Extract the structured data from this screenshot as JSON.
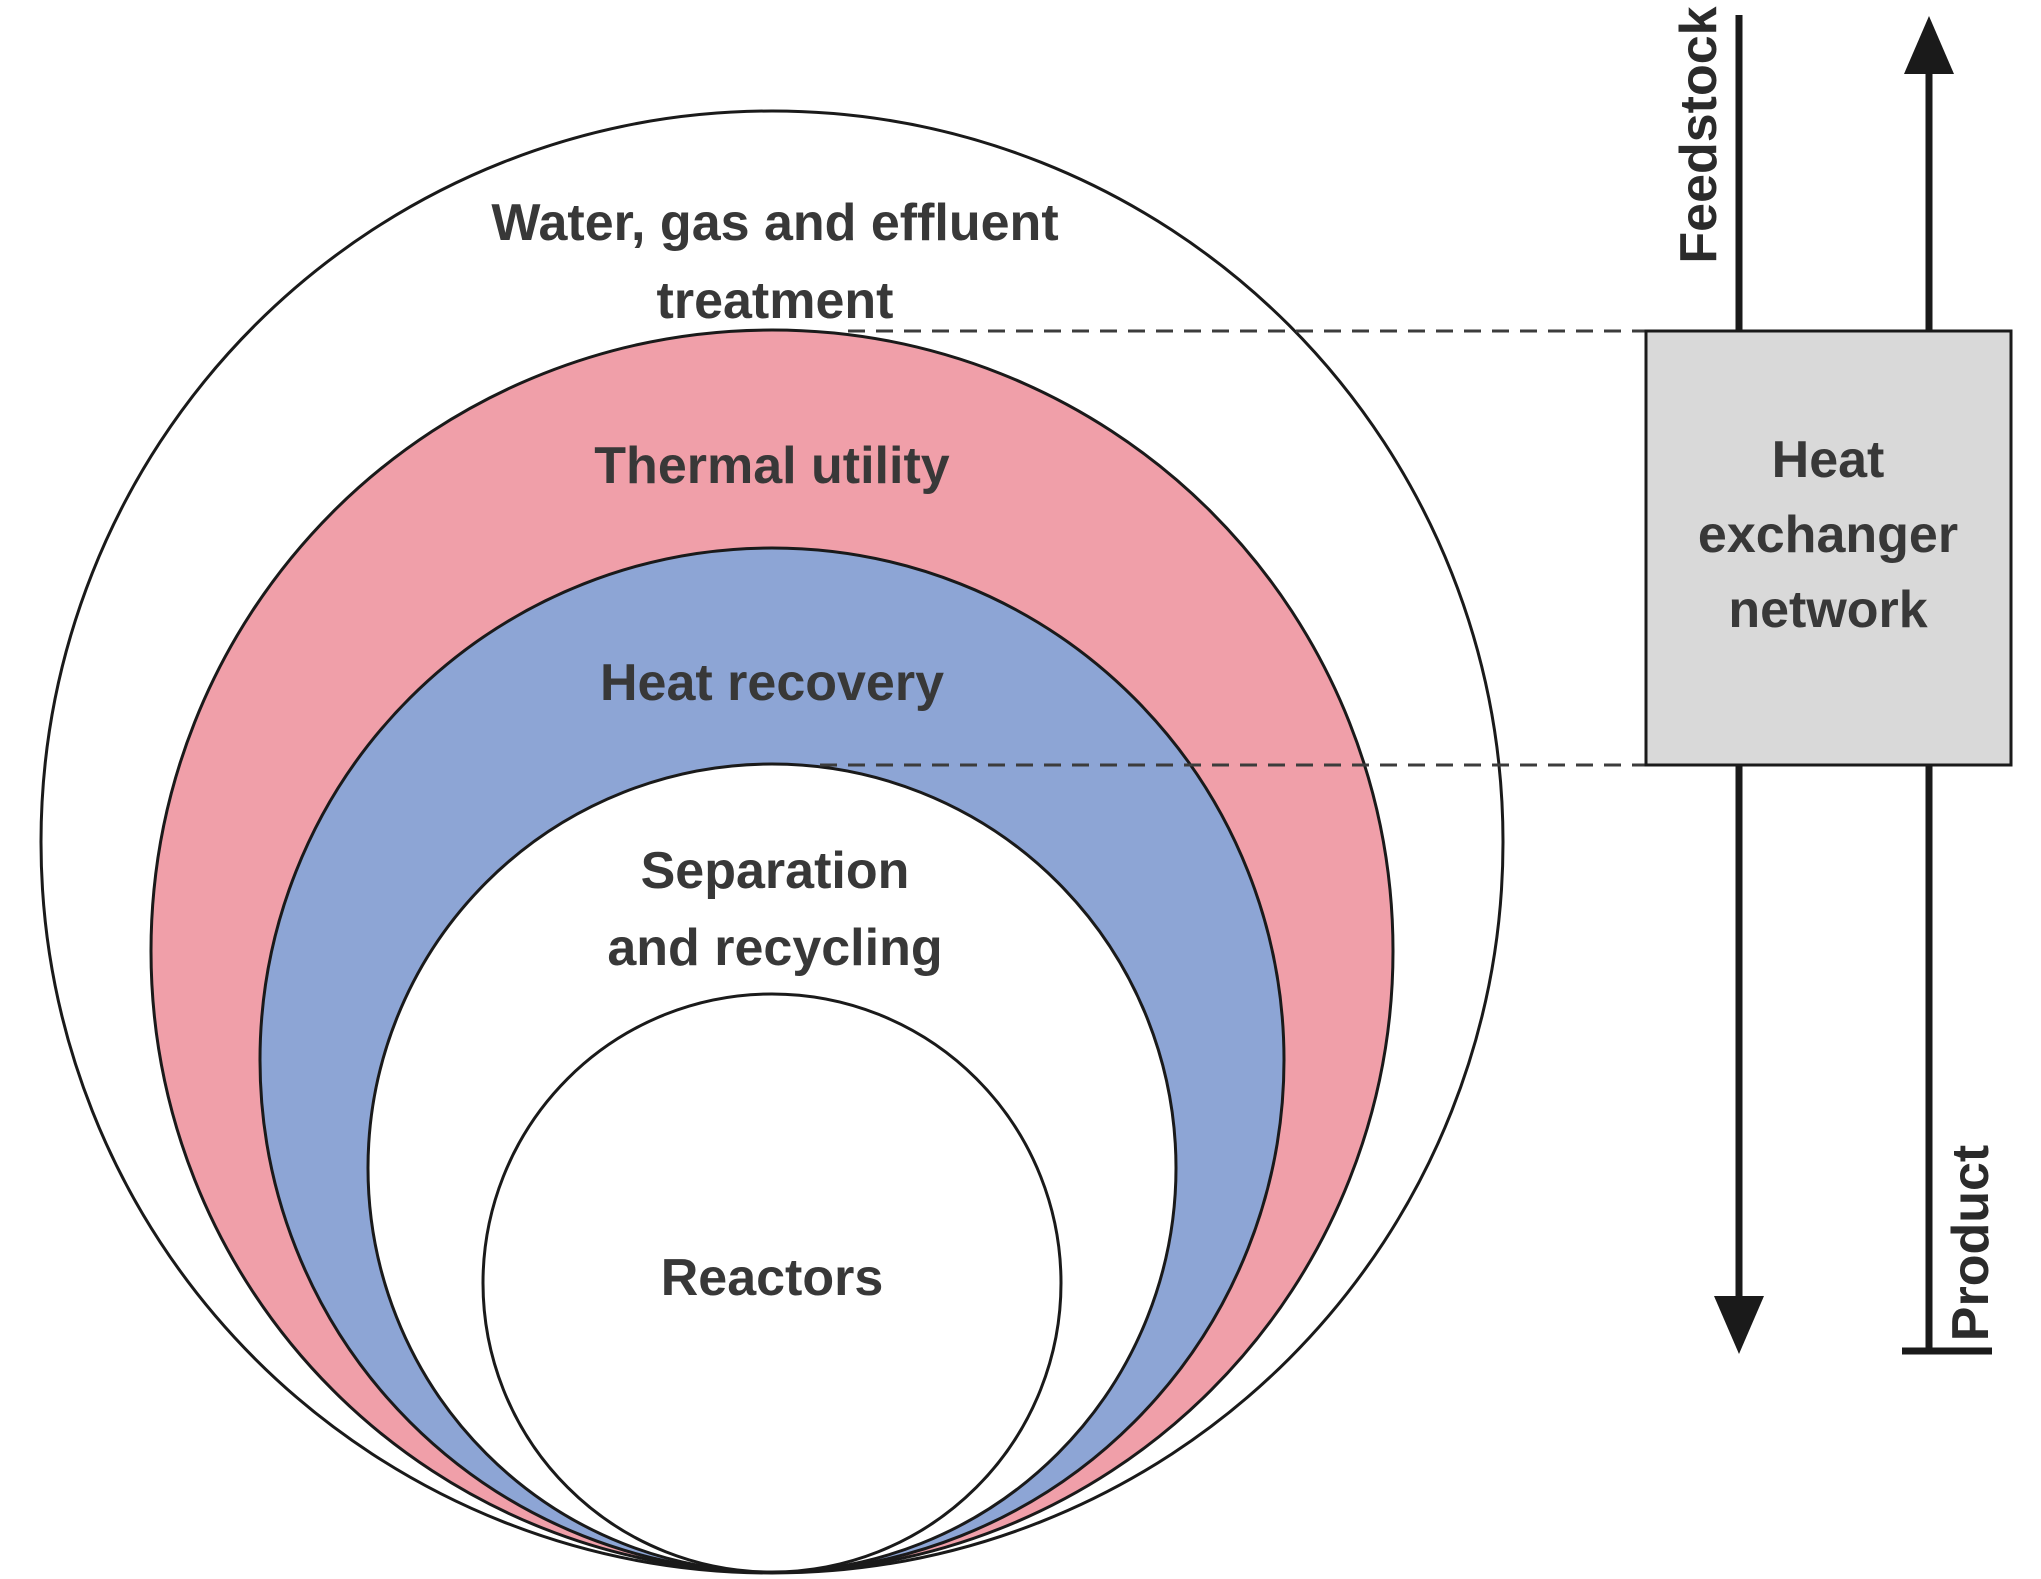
{
  "diagram": {
    "layers": [
      {
        "id": "water-gas-effluent-treatment",
        "lines": [
          "Water, gas and effluent",
          "treatment"
        ],
        "fill": "#ffffff"
      },
      {
        "id": "thermal-utility",
        "lines": [
          "Thermal utility"
        ],
        "fill": "#f09fa9"
      },
      {
        "id": "heat-recovery",
        "lines": [
          "Heat recovery"
        ],
        "fill": "#8da5d5"
      },
      {
        "id": "separation-and-recycling",
        "lines": [
          "Separation",
          "and recycling"
        ],
        "fill": "#ffffff"
      },
      {
        "id": "reactors",
        "lines": [
          "Reactors"
        ],
        "fill": "#ffffff"
      }
    ],
    "hen_box": {
      "lines": [
        "Heat",
        "exchanger",
        "network"
      ],
      "fill": "#d9d9d9"
    },
    "streams": [
      {
        "id": "feedstock",
        "label": "Feedstock",
        "direction": "down"
      },
      {
        "id": "product",
        "label": "Product",
        "direction": "up"
      }
    ],
    "colors": {
      "thermal_utility_pink": "#f09fa9",
      "heat_recovery_blue": "#8da5d5",
      "hen_box_gray": "#d9d9d9",
      "outline_black": "#1a1a1a",
      "text_dark": "#383838"
    }
  }
}
